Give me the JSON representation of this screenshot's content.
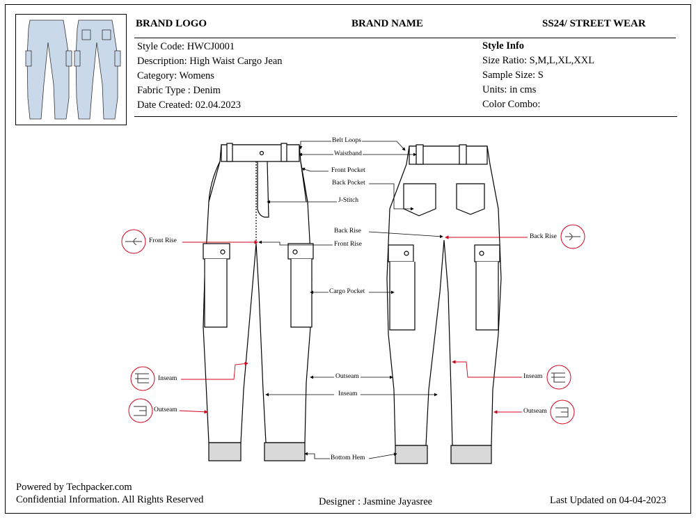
{
  "header": {
    "brand_logo": "BRAND LOGO",
    "brand_name": "BRAND NAME",
    "collection": "SS24/ STREET WEAR"
  },
  "details": {
    "style_code": "Style Code: HWCJ0001",
    "description": "Description: High Waist Cargo Jean",
    "category": "Category: Womens",
    "fabric": "Fabric Type : Denim",
    "date_created": "Date Created: 02.04.2023"
  },
  "style_info": {
    "title": "Style Info",
    "size_ratio": "Size Ratio: S,M,L,XL,XXL",
    "sample_size": "Sample Size: S",
    "units": "Units: in cms",
    "color_combo": "Color Combo:"
  },
  "callouts": {
    "belt_loops": "Belt Loops",
    "waistband": "Waistband",
    "front_pocket": "Front Pocket",
    "back_pocket": "Back Pocket",
    "j_stitch": "J-Stitch",
    "back_rise_center": "Back Rise",
    "front_rise_center": "Front Rise",
    "cargo_pocket": "Cargo Pocket",
    "outseam_center": "Outseam",
    "inseam_center": "Inseam",
    "bottom_hem": "Bottom Hem",
    "front_rise_left": "Front Rise",
    "inseam_left": "Inseam",
    "outseam_left": "Outseam",
    "back_rise_right": "Back Rise",
    "inseam_right": "Inseam",
    "outseam_right": "Outseam"
  },
  "footer": {
    "powered_by": "Powered by Techpacker.com",
    "confidential": "Confidential Information. All Rights Reserved",
    "designer": "Designer : Jasmine Jayasree",
    "last_updated": "Last Updated on 04-04-2023"
  },
  "colors": {
    "thumbnail_denim": "#c9d9ea",
    "hem_fill": "#d9d9d9",
    "measure_red": "#d0021b"
  }
}
